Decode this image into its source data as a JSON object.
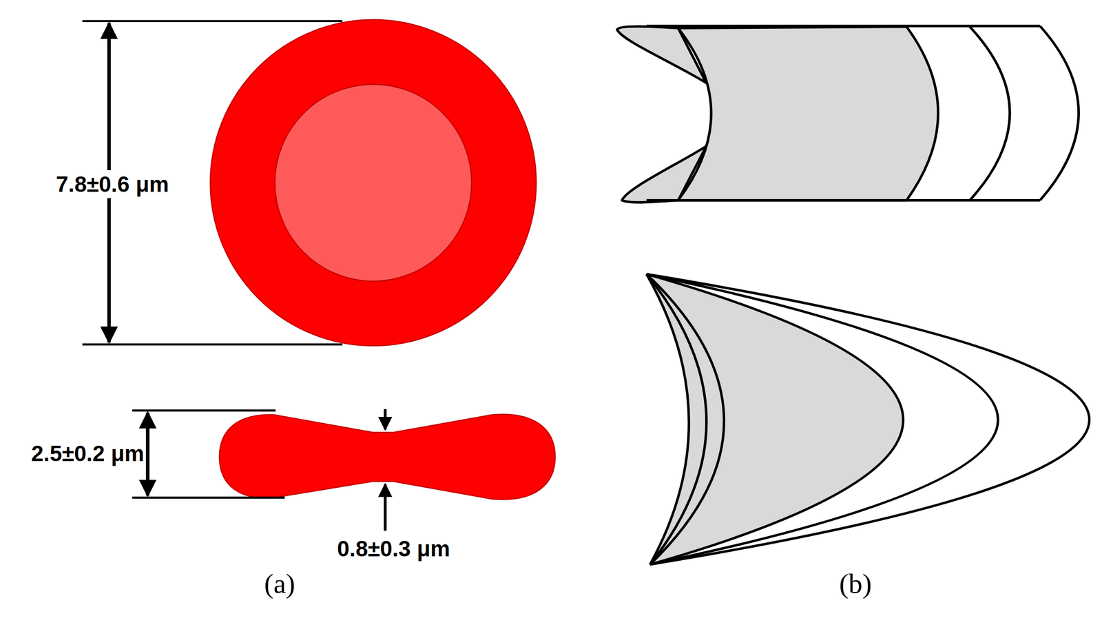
{
  "diagram": {
    "labels": [
      "7.8±0.6 μm",
      "2.5±0.2 μm",
      "0.8±0.3 μm",
      "(a)",
      "(b)"
    ]
  }
}
